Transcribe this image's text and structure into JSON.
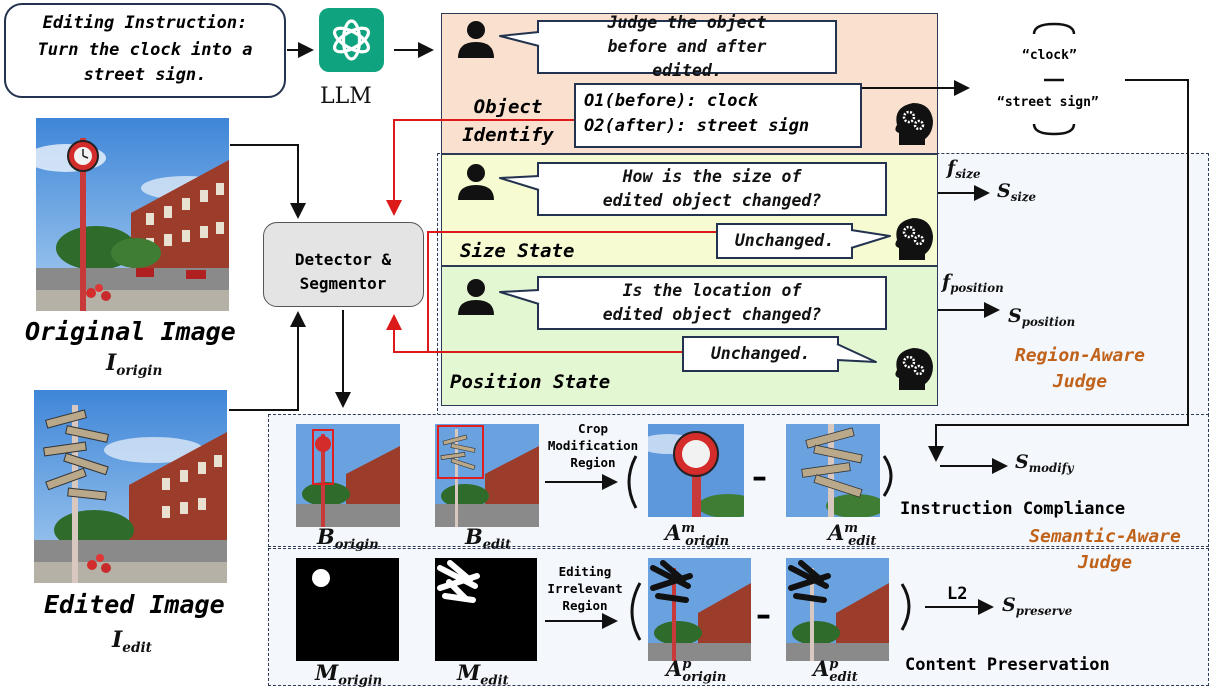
{
  "instruction": {
    "title": "Editing Instruction:",
    "body": "Turn the clock into a street sign."
  },
  "llm_label": "LLM",
  "object_panel": {
    "question": "Judge the object before and after edited.",
    "answer_line1": "O1(before): clock",
    "answer_line2": "O2(after): street sign",
    "label": "Object Identify"
  },
  "size_panel": {
    "question": "How is the size of edited object changed?",
    "answer": "Unchanged.",
    "label": "Size State"
  },
  "position_panel": {
    "question": "Is the location of edited object changed?",
    "answer": "Unchanged.",
    "label": "Position State"
  },
  "quotes": {
    "clock": "“clock”",
    "street_sign": "“street sign”"
  },
  "detector": "Detector & Segmentor",
  "original": {
    "label": "Original Image",
    "sym": "I",
    "sub": "origin"
  },
  "edited": {
    "label": "Edited Image",
    "sym": "I",
    "sub": "edit"
  },
  "region_judge": "Region-Aware Judge",
  "semantic_judge": "Semantic-Aware Judge",
  "crop_text": "Crop Modification Region",
  "irrelevant_text": "Editing Irrelevant Region",
  "instruction_compliance": "Instruction Compliance",
  "content_preservation": "Content Preservation",
  "l2": "L2",
  "symbols": {
    "f": "f",
    "S": "S",
    "B": "B",
    "M": "M",
    "A": "A",
    "m": "m",
    "p": "p",
    "size": "size",
    "position": "position",
    "modify": "modify",
    "preserve": "preserve",
    "origin": "origin",
    "edit": "edit",
    "minus": "–"
  },
  "colors": {
    "object_bg": "#f9e0cf",
    "size_bg": "#f6fbd2",
    "position_bg": "#e3f8d2",
    "region_bg": "#f4f7fb",
    "judge_text": "#c0621a",
    "red_arrow": "#dd1a1a",
    "llm_green": "#10a37f",
    "border_dark": "#2d3a55"
  }
}
